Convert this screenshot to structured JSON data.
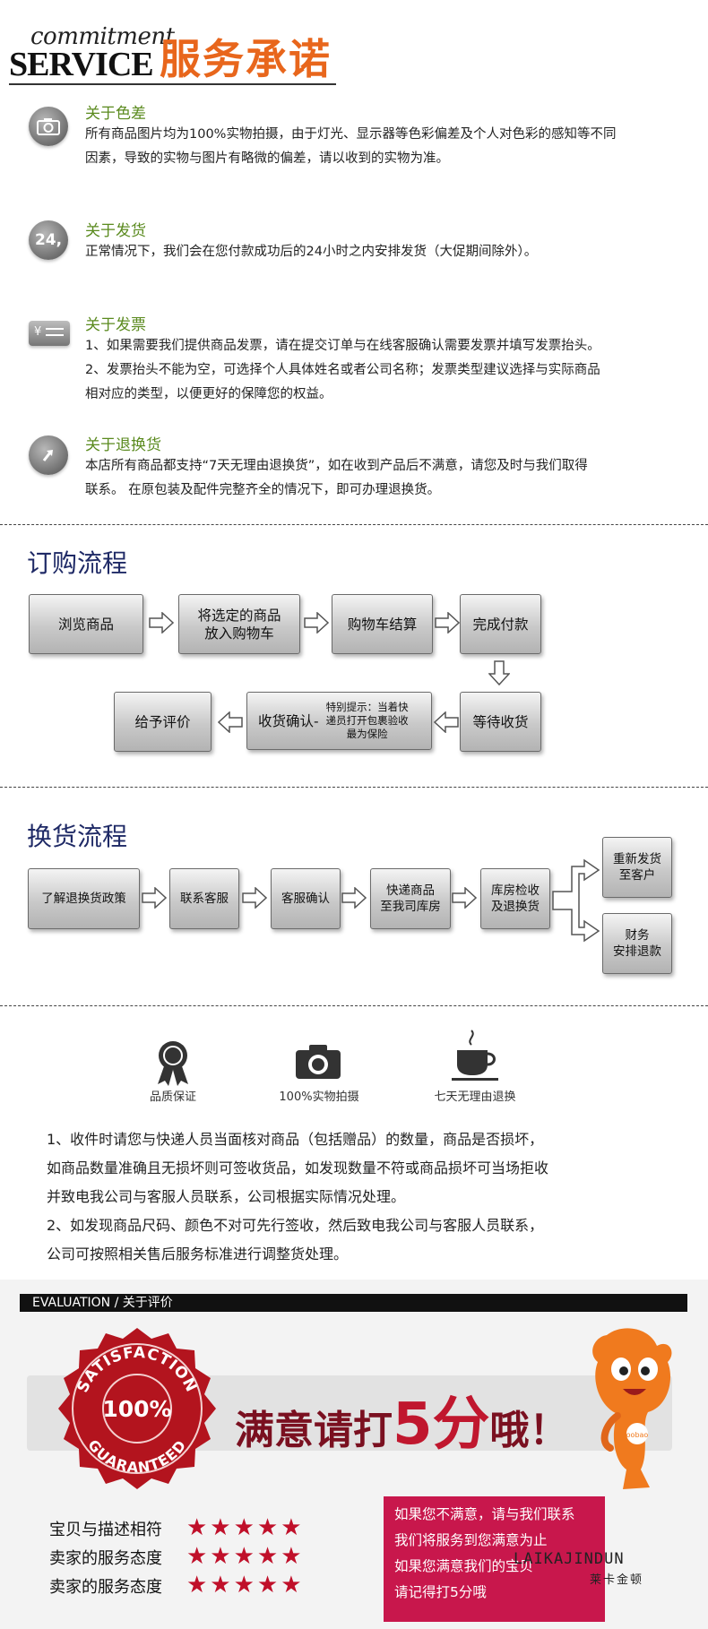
{
  "header": {
    "commitment": "commitment",
    "service": "SERVICE",
    "title": "服务承诺"
  },
  "promises": [
    {
      "icon": "camera-icon",
      "title": "关于色差",
      "lines": [
        "所有商品图片均为100%实物拍摄，由于灯光、显示器等色彩偏差及个人对色彩的感知等不同",
        "因素，导致的实物与图片有略微的偏差，请以收到的实物为准。"
      ]
    },
    {
      "icon": "24-hour-icon",
      "icon_text": "24,",
      "title": "关于发货",
      "lines": [
        "正常情况下，我们会在您付款成功后的24小时之内安排发货（大促期间除外）。"
      ]
    },
    {
      "icon": "invoice-card-icon",
      "icon_text": "¥",
      "title": "关于发票",
      "lines": [
        "1、如果需要我们提供商品发票，请在提交订单与在线客服确认需要发票并填写发票抬头。",
        "2、发票抬头不能为空，可选择个人具体姓名或者公司名称；发票类型建议选择与实际商品",
        "相对应的类型，以便更好的保障您的权益。"
      ]
    },
    {
      "icon": "return-arrow-icon",
      "title": "关于退换货",
      "lines": [
        "本店所有商品都支持“7天无理由退换货”，如在收到产品后不满意，请您及时与我们取得",
        "联系。 在原包装及配件完整齐全的情况下，即可办理退换货。"
      ]
    }
  ],
  "order_flow": {
    "title": "订购流程",
    "steps": [
      "浏览商品",
      "将选定的商品\n放入购物车",
      "购物车结算",
      "完成付款",
      "等待收货",
      "收货确认-",
      "给予评价"
    ],
    "tip": "特别提示：当着快\n递员打开包裹验收\n最为保险"
  },
  "exchange_flow": {
    "title": "换货流程",
    "steps": [
      "了解退换货政策",
      "联系客服",
      "客服确认",
      "快递商品\n至我司库房",
      "库房检收\n及退换货"
    ],
    "outcomes": [
      "重新发货\n至客户",
      "财务\n安排退款"
    ]
  },
  "features": [
    {
      "icon": "quality-ribbon-icon",
      "label": "品质保证"
    },
    {
      "icon": "camera-icon",
      "label": "100%实物拍摄"
    },
    {
      "icon": "coffee-cup-icon",
      "label": "七天无理由退换"
    }
  ],
  "notes": [
    "1、收件时请您与快递人员当面核对商品（包括赠品）的数量，商品是否损坏，",
    "如商品数量准确且无损坏则可签收货品，如发现数量不符或商品损坏可当场拒收",
    "并致电我公司与客服人员联系，公司根据实际情况处理。",
    "2、如发现商品尺码、颜色不对可先行签收，然后致电我公司与客服人员联系，",
    "公司可按照相关售后服务标准进行调整货处理。"
  ],
  "evaluation": {
    "bar": "EVALUATION / 关于评价",
    "seal_top": "SATISFACTION",
    "seal_center": "100%",
    "seal_bottom": "GUARANTEED",
    "slogan_a": "满意请打",
    "slogan_b": "5分",
    "slogan_c": "哦！",
    "mascot_label": "oobao",
    "ratings": [
      {
        "label": "宝贝与描述相符",
        "stars": 5
      },
      {
        "label": "卖家的服务态度",
        "stars": 5
      },
      {
        "label": "卖家的服务态度",
        "stars": 5
      }
    ],
    "pink_lines": [
      "如果您不满意，请与我们联系",
      "我们将服务到您满意为止",
      "如果您满意我们的宝贝",
      "请记得打5分哦"
    ],
    "logo_latin": "LAIKAJINDUN",
    "logo_cn": "莱卡金顿"
  },
  "colors": {
    "accent_orange": "#e8661c",
    "promise_title_green": "#5a8a1e",
    "section_title_navy": "#1f2a66",
    "slogan_red": "#c0172e",
    "pink_box": "#c8174c",
    "seal_red": "#b3141e"
  }
}
